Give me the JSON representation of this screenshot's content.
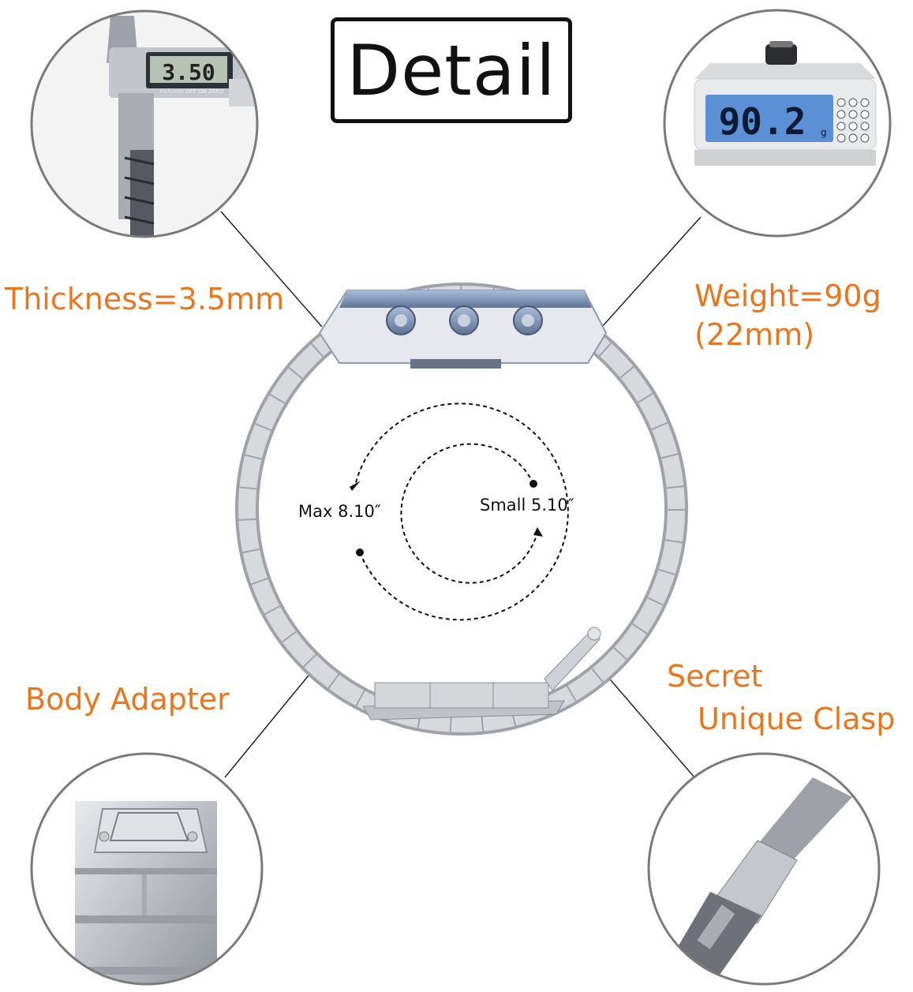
{
  "title": "Detail",
  "labels": {
    "thickness": "Thickness=3.5mm",
    "weight_line1": "Weight=90g",
    "weight_line2": "(22mm)",
    "body_adapter": "Body Adapter",
    "clasp_line1": "Secret",
    "clasp_line2": "Unique Clasp",
    "max": "Max 8.10″",
    "small": "Small 5.10″"
  },
  "insets": {
    "caliper_reading": "3.50",
    "scale_reading": "90.2",
    "scale_unit": "g",
    "caliper_small_text": "inch/mm   OFF  ON  ZERO"
  },
  "colors": {
    "accent": "#e8761e",
    "text": "#111111",
    "circle_border": "#7a7a7a",
    "steel": "#c9ccd1",
    "scale_screen": "#5b8fd6"
  }
}
